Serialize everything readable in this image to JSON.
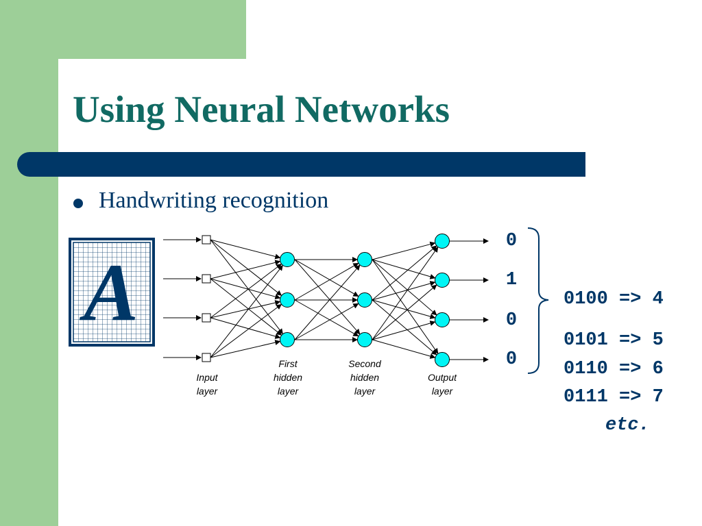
{
  "slide": {
    "title": "Using Neural Networks",
    "bullet": "Handwriting recognition",
    "letter": "A"
  },
  "network": {
    "layers": [
      {
        "label_line1": "Input",
        "label_line2": "layer",
        "nodes": 4,
        "kind": "square"
      },
      {
        "label_line1": "First",
        "label_line2": "hidden",
        "label_line3": "layer",
        "nodes": 3,
        "kind": "circle"
      },
      {
        "label_line1": "Second",
        "label_line2": "hidden",
        "label_line3": "layer",
        "nodes": 3,
        "kind": "circle"
      },
      {
        "label_line1": "Output",
        "label_line2": "layer",
        "nodes": 4,
        "kind": "circle"
      }
    ],
    "output_bits": [
      "0",
      "1",
      "0",
      "0"
    ]
  },
  "codes": {
    "main": "0100 => 4",
    "others": [
      "0101 => 5",
      "0110 => 6",
      "0111 => 7"
    ],
    "etc": "etc."
  },
  "colors": {
    "green": "#9dcf98",
    "navy": "#003767",
    "title": "#116a63",
    "neuron": "#00f5f5"
  }
}
